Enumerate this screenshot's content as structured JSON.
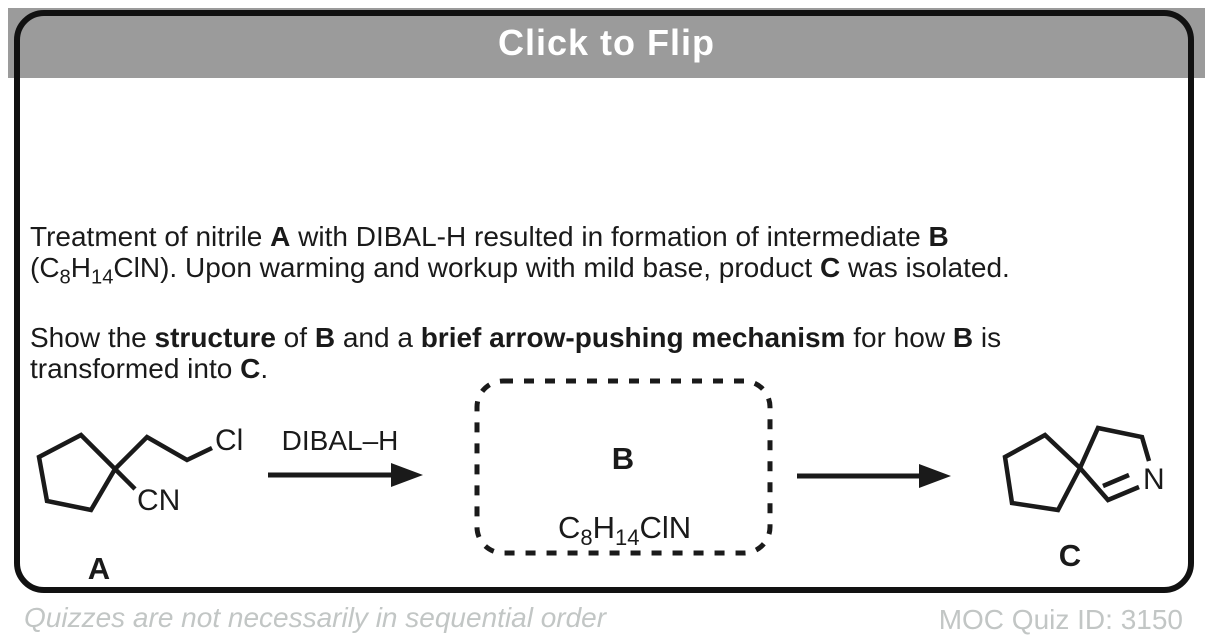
{
  "banner": {
    "label": "Click to Flip"
  },
  "colors": {
    "banner_bg": "#9b9b9b",
    "banner_text": "#ffffff",
    "ink": "#1a1a1a",
    "card_border": "#111111",
    "footer_text": "#c2c6c5"
  },
  "question": {
    "p1_lines": [
      [
        {
          "t": "Treatment of nitrile "
        },
        {
          "t": "A",
          "b": true
        },
        {
          "t": " with DIBAL-H resulted in formation of intermediate "
        },
        {
          "t": "B",
          "b": true
        }
      ],
      [
        {
          "t": "(C"
        },
        {
          "t": "8",
          "sub": true
        },
        {
          "t": "H"
        },
        {
          "t": "14",
          "sub": true
        },
        {
          "t": "ClN). Upon warming and workup with mild base, product "
        },
        {
          "t": "C",
          "b": true
        },
        {
          "t": " was isolated."
        }
      ]
    ],
    "p2_lines": [
      [
        {
          "t": "Show the "
        },
        {
          "t": "structure",
          "b": true
        },
        {
          "t": " of "
        },
        {
          "t": "B",
          "b": true
        },
        {
          "t": " and a "
        },
        {
          "t": "brief arrow-pushing mechanism",
          "b": true
        },
        {
          "t": " for how "
        },
        {
          "t": "B",
          "b": true
        },
        {
          "t": " is"
        }
      ],
      [
        {
          "t": "transformed into "
        },
        {
          "t": "C",
          "b": true
        },
        {
          "t": "."
        }
      ]
    ]
  },
  "reaction": {
    "reagent_label": "DIBAL–H",
    "compound_a": {
      "label": "A",
      "cl_label": "Cl",
      "cn_label": "CN"
    },
    "intermediate_b": {
      "label": "B",
      "formula_parts": [
        "C",
        "8",
        "H",
        "14",
        "ClN"
      ]
    },
    "compound_c": {
      "label": "C",
      "n_label": "N"
    }
  },
  "footer": {
    "left_note": "Quizzes are not necessarily in sequential order",
    "right_id": "MOC Quiz ID: 3150"
  }
}
